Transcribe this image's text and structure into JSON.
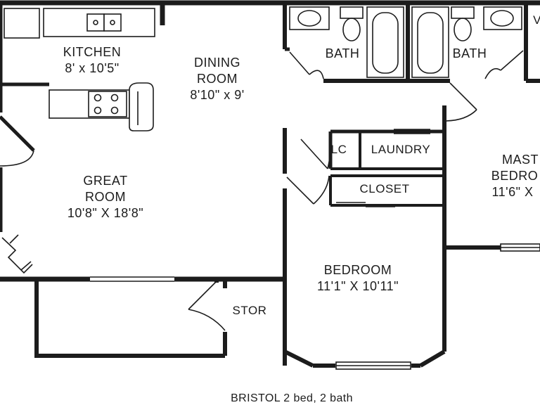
{
  "rooms": {
    "kitchen": {
      "name": "KITCHEN",
      "size": "8' x 10'5\""
    },
    "dining": {
      "name_line1": "DINING",
      "name_line2": "ROOM",
      "size": "8'10\" x 9'"
    },
    "great": {
      "name_line1": "GREAT",
      "name_line2": "ROOM",
      "size": "10'8\" X 18'8\""
    },
    "bath1": {
      "name": "BATH"
    },
    "bath2": {
      "name": "BATH"
    },
    "lc": {
      "name": "LC"
    },
    "laundry": {
      "name": "LAUNDRY"
    },
    "closet": {
      "name": "CLOSET"
    },
    "master": {
      "name_line1": "MAST",
      "name_line2": "BEDRO",
      "size": "11'6\" X"
    },
    "bedroom": {
      "name": "BEDROOM",
      "size": "11'1\" X 10'11\""
    },
    "stor": {
      "name": "STOR"
    },
    "wic_fragment": {
      "name": "V"
    }
  },
  "caption": "BRISTOL 2 bed, 2 bath"
}
